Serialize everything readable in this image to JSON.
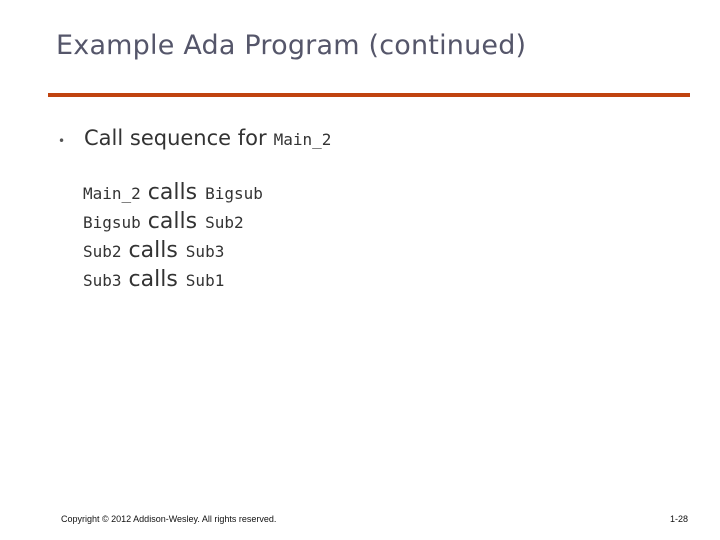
{
  "slide": {
    "title": "Example Ada Program (continued)",
    "bullet": {
      "marker": "•",
      "text": "Call sequence for",
      "code": "Main_2"
    },
    "calls": [
      {
        "caller": "Main_2",
        "verb": "calls",
        "callee": "Bigsub"
      },
      {
        "caller": "Bigsub",
        "verb": "calls",
        "callee": "Sub2"
      },
      {
        "caller": "Sub2",
        "verb": "calls",
        "callee": "Sub3"
      },
      {
        "caller": "Sub3",
        "verb": "calls",
        "callee": "Sub1"
      }
    ],
    "footer": {
      "copyright": "Copyright © 2012 Addison-Wesley. All rights reserved.",
      "page": "1-28"
    },
    "colors": {
      "title": "#55566a",
      "rule": "#c0430f",
      "text": "#333333"
    }
  }
}
